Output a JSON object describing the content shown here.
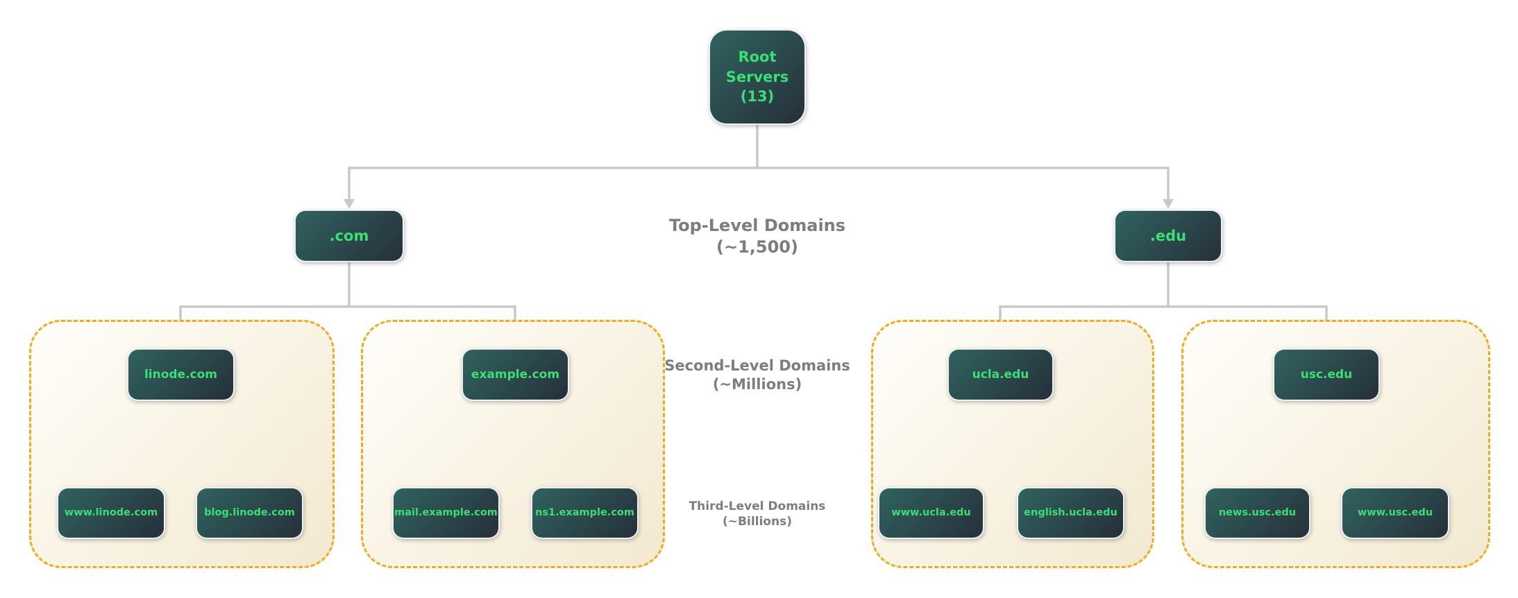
{
  "colors": {
    "node_gradient_start": "#30635f",
    "node_gradient_end": "#262f3a",
    "node_text": "#3bdf72",
    "group_border": "#f0ab1c",
    "group_bg_start": "#fffefa",
    "group_bg_end": "#f3e9d0",
    "connector": "#c9c9c9",
    "level_label_text": "#7d7d7d"
  },
  "root": {
    "label": "Root Servers (13)"
  },
  "level_labels": [
    {
      "title": "Top-Level Domains",
      "count": "(~1,500)"
    },
    {
      "title": "Second-Level Domains",
      "count": "(~Millions)"
    },
    {
      "title": "Third-Level Domains",
      "count": "(~Billions)"
    }
  ],
  "tlds": [
    {
      "label": ".com",
      "second_level": [
        {
          "label": "linode.com",
          "third_level": [
            {
              "label": "www.linode.com"
            },
            {
              "label": "blog.linode.com"
            }
          ]
        },
        {
          "label": "example.com",
          "third_level": [
            {
              "label": "mail.example.com"
            },
            {
              "label": "ns1.example.com"
            }
          ]
        }
      ]
    },
    {
      "label": ".edu",
      "second_level": [
        {
          "label": "ucla.edu",
          "third_level": [
            {
              "label": "www.ucla.edu"
            },
            {
              "label": "english.ucla.edu"
            }
          ]
        },
        {
          "label": "usc.edu",
          "third_level": [
            {
              "label": "news.usc.edu"
            },
            {
              "label": "www.usc.edu"
            }
          ]
        }
      ]
    }
  ]
}
